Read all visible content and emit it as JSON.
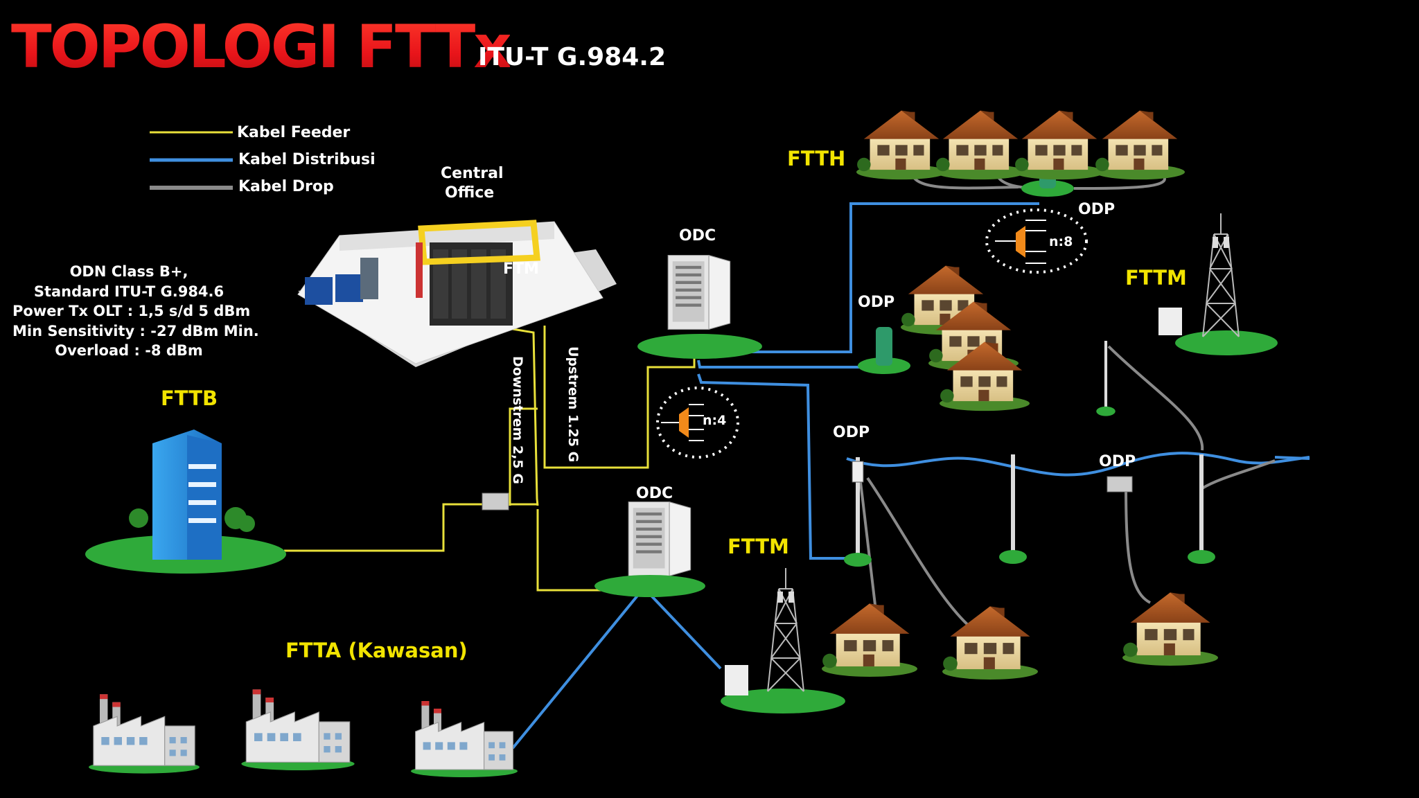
{
  "title": {
    "main": "TOPOLOGI FTTx",
    "sub": "ITU-T G.984.2"
  },
  "legend": [
    {
      "label": "Kabel Feeder",
      "color": "#e8e03a"
    },
    {
      "label": "Kabel  Distribusi",
      "color": "#3f8fe0"
    },
    {
      "label": "Kabel Drop",
      "color": "#8a8a8a"
    }
  ],
  "specs": [
    "ODN Class B+,",
    "Standard ITU-T G.984.6",
    "Power Tx OLT : 1,5 s/d 5 dBm",
    "Min Sensitivity : -27 dBm  Min.",
    "Overload : -8 dBm"
  ],
  "labels": {
    "central_office_line1": "Central",
    "central_office_line2": "Office",
    "ftm": "FTM",
    "odc_top": "ODC",
    "odc_bottom": "ODC",
    "odp_ftth": "ODP",
    "odp_mid": "ODP",
    "odp_pole": "ODP",
    "odp_right": "ODP",
    "upstream": "Upstrem 1.25 G",
    "downstream": "Downstrem 2,5 G",
    "splitter_odc": "n:4",
    "splitter_odp": "n:8"
  },
  "categories": {
    "ftth": "FTTH",
    "fttb": "FTTB",
    "fttm_right": "FTTM",
    "fttm_center": "FTTM",
    "ftta": "FTTA (Kawasan)"
  },
  "colors": {
    "feeder": "#e8e03a",
    "distribution": "#3f8fe0",
    "drop": "#8a8a8a",
    "category_text": "#f2e400",
    "grass": "#2faa3a",
    "title_red": "#e8141a"
  }
}
